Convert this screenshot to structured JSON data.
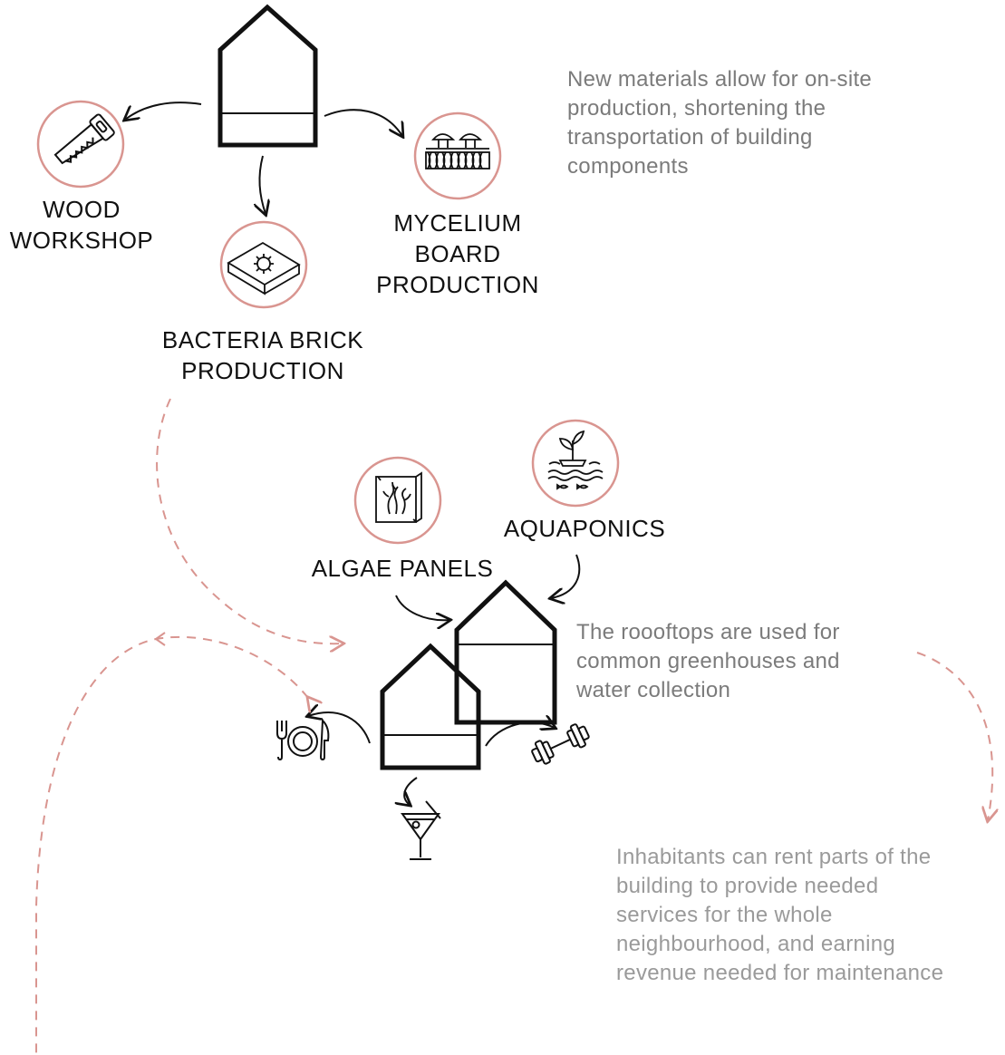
{
  "colors": {
    "accent": "#d99590",
    "ink": "#111111",
    "note_dark": "#7b7b7b",
    "note_light": "#9a9a9a"
  },
  "section1": {
    "labels": {
      "wood": [
        "WOOD",
        "WORKSHOP"
      ],
      "mycelium": [
        "MYCELIUM",
        "BOARD",
        "PRODUCTION"
      ],
      "bacteria": [
        "BACTERIA BRICK",
        "PRODUCTION"
      ]
    },
    "note": [
      "New materials allow for on-site",
      "production, shortening the",
      "transportation of  building",
      "components"
    ],
    "icons": {
      "wood": "handsaw-icon",
      "mycelium": "mushroom-board-icon",
      "bacteria": "bacteria-brick-icon"
    }
  },
  "section2": {
    "labels": {
      "algae": "ALGAE PANELS",
      "aquaponics": "AQUAPONICS"
    },
    "note": [
      "The roooftops are used for",
      "common greenhouses and",
      "water collection"
    ],
    "icons": {
      "algae": "algae-panel-icon",
      "aquaponics": "aquaponics-icon"
    }
  },
  "section3": {
    "note": [
      "Inhabitants can rent parts of the",
      "building to provide needed",
      "services for the whole",
      "neighbourhood, and earning",
      "revenue needed for maintenance"
    ],
    "icons": {
      "restaurant": "fork-plate-knife-icon",
      "gym": "dumbbell-icon",
      "bar": "cocktail-glass-icon"
    }
  }
}
